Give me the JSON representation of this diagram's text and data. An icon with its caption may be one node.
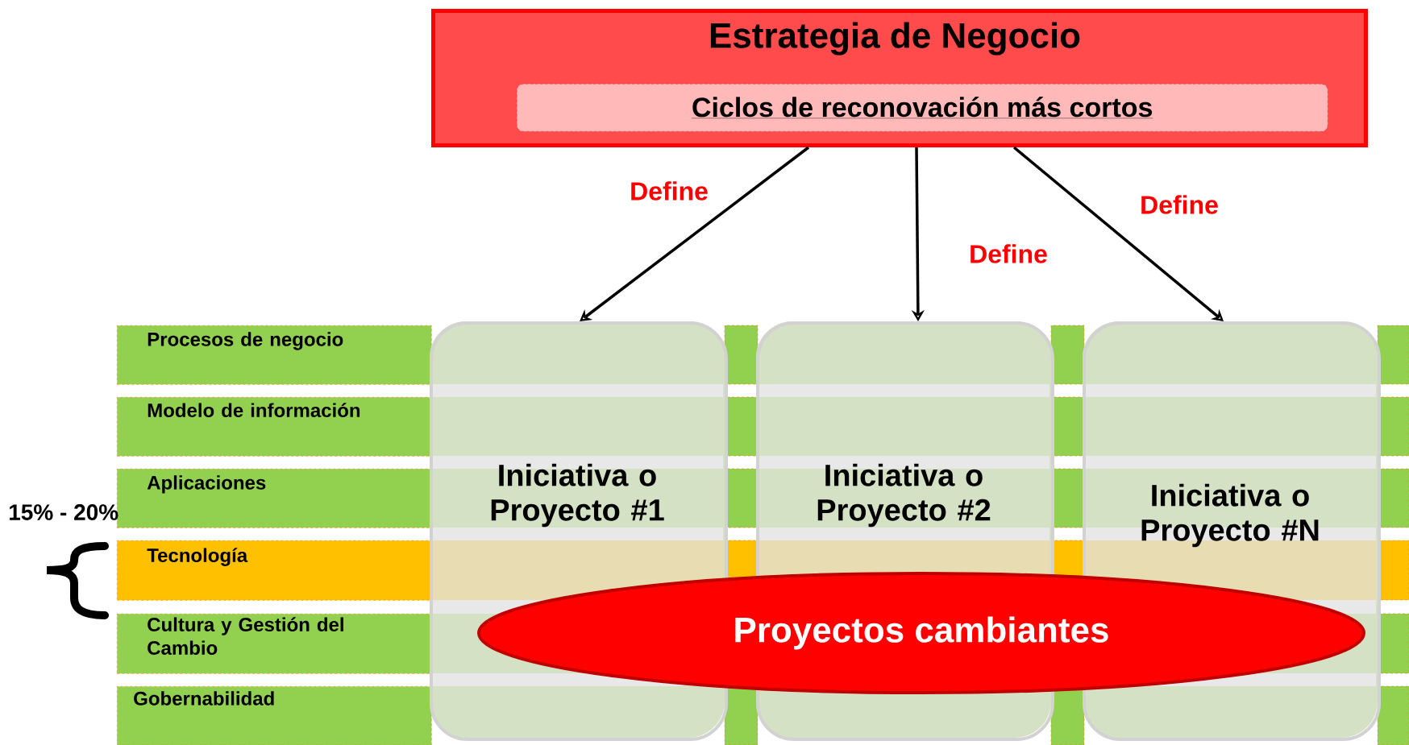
{
  "diagram": {
    "nodes": [
      {
        "text": [
          "Estrategia de Negocio"
        ]
      },
      {
        "text": [
          "Ciclos de reconovación más cortos"
        ],
        "in": 0
      },
      {
        "text": [
          "Procesos de negocio"
        ]
      },
      {
        "text": [
          "Modelo de información"
        ]
      },
      {
        "text": [
          "Aplicaciones"
        ]
      },
      {
        "text": [
          "Tecnología"
        ]
      },
      {
        "text": [
          "Cultura y Gestión del Cambio"
        ]
      },
      {
        "text": [
          "Gobernabilidad"
        ]
      },
      {
        "text": [
          "Iniciativa o Proyecto #1"
        ]
      },
      {
        "text": [
          "Iniciativa o Proyecto #2"
        ]
      },
      {
        "text": [
          "Iniciativa o Proyecto #N"
        ]
      },
      {
        "text": [
          "Proyectos cambiantes"
        ]
      }
    ],
    "edges": [
      {
        "from": 0,
        "to": 8,
        "arrow": "to",
        "label": "Define"
      },
      {
        "from": 0,
        "to": 9,
        "arrow": "to",
        "label": "Define"
      },
      {
        "from": 0,
        "to": 10,
        "arrow": "to",
        "label": "Define"
      }
    ],
    "labels": [
      "15% - 20%"
    ]
  }
}
